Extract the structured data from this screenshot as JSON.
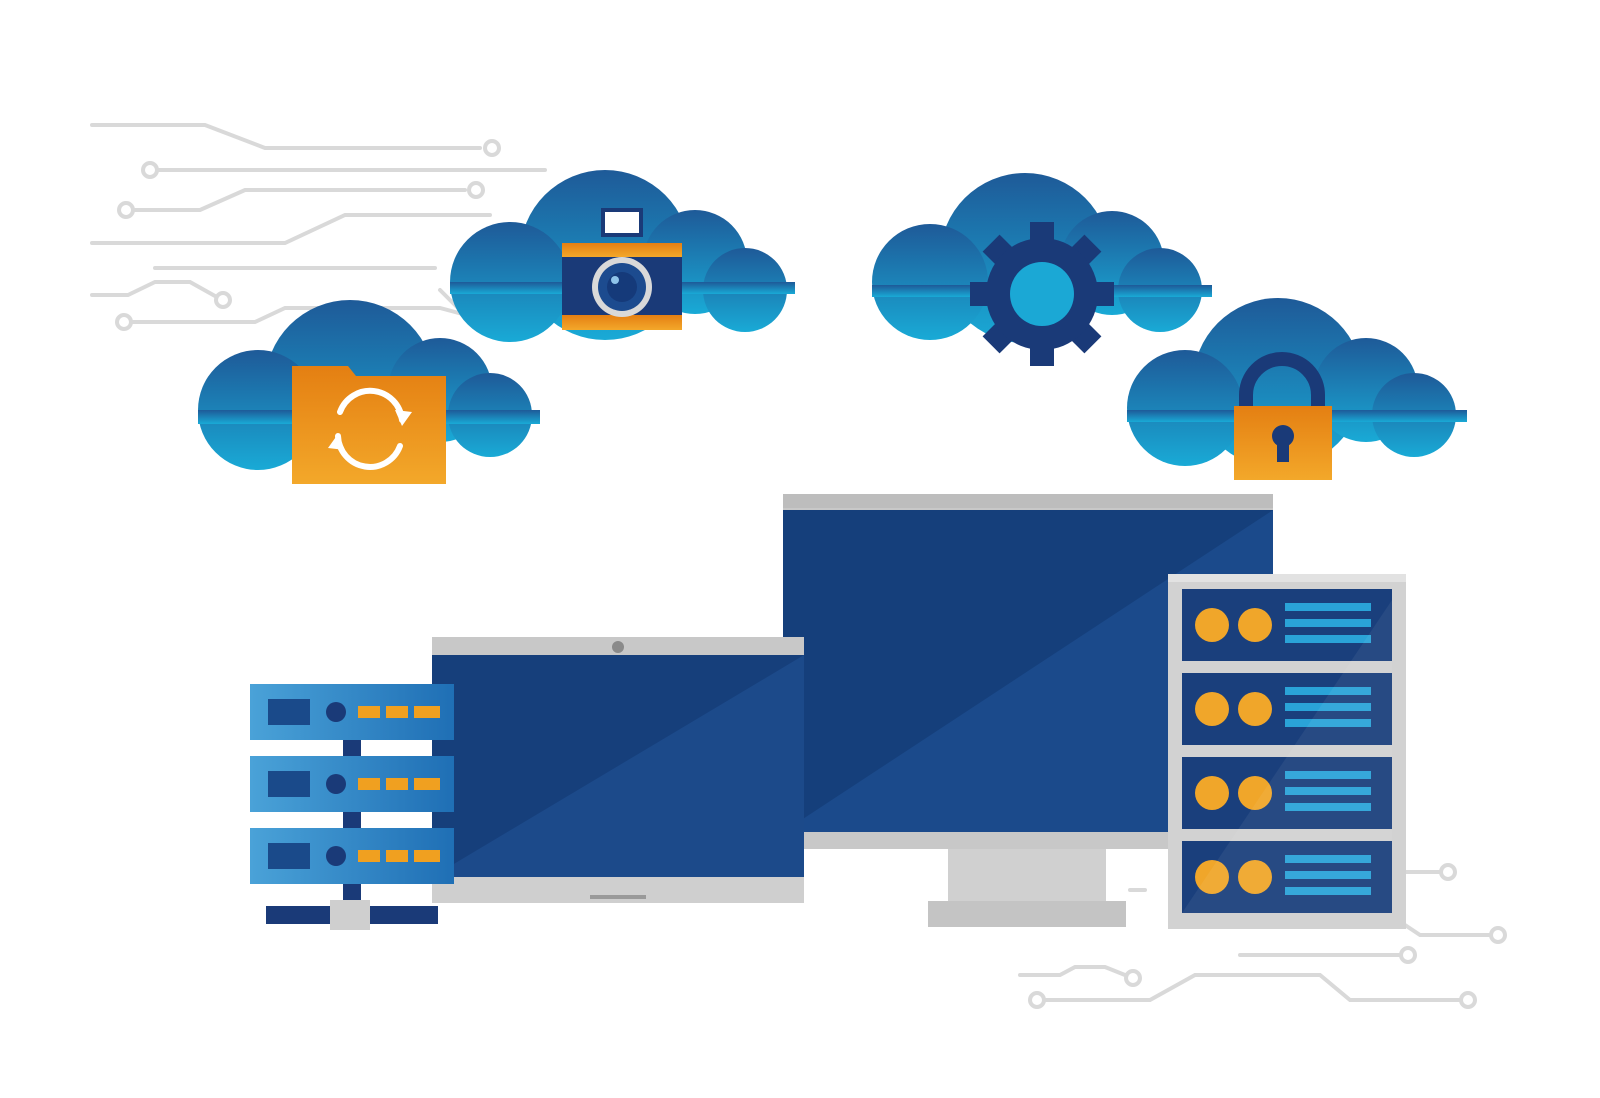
{
  "scene": {
    "background": "#ffffff",
    "palette": {
      "cloud_light": "#1aa5d3",
      "cloud_dark": "#1f5f9c",
      "navy": "#1a3a78",
      "screen_dark": "#163f7a",
      "screen_diag": "#1d4d8c",
      "orange": "#f0a020",
      "orange_dark": "#e07d10",
      "frame_gray": "#c9c9c9",
      "circuit_gray": "#d8d8d8"
    },
    "clouds": [
      {
        "name": "cloud-folder-sync",
        "icon": "folder-sync-icon"
      },
      {
        "name": "cloud-camera",
        "icon": "camera-icon"
      },
      {
        "name": "cloud-settings",
        "icon": "gear-icon"
      },
      {
        "name": "cloud-security",
        "icon": "padlock-icon"
      }
    ],
    "devices": [
      {
        "name": "network-server-rack",
        "units": 3
      },
      {
        "name": "laptop"
      },
      {
        "name": "desktop-monitor"
      },
      {
        "name": "server-cabinet",
        "units": 4
      }
    ]
  }
}
